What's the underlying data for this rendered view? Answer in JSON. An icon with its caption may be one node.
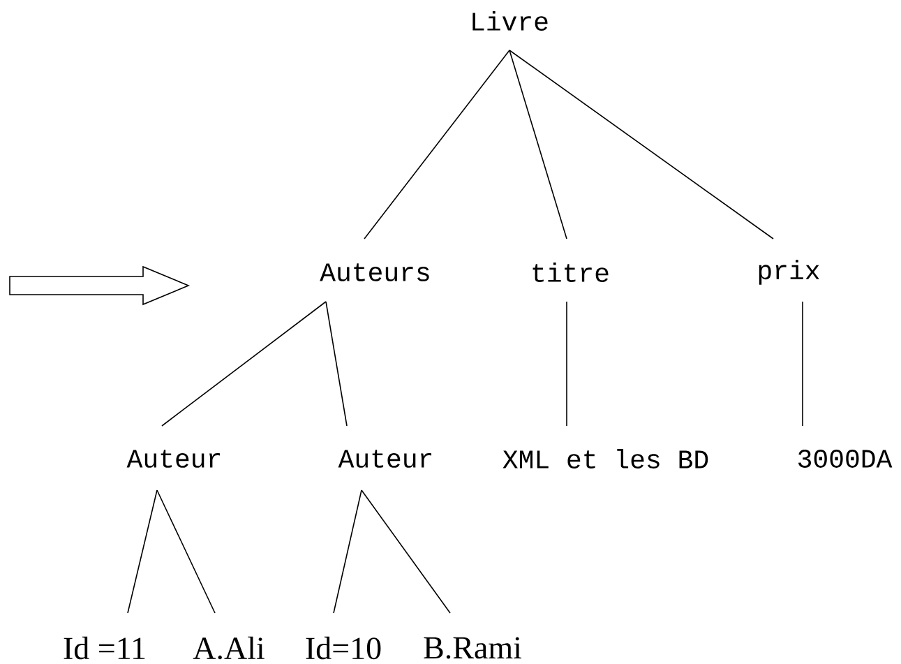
{
  "diagram": {
    "nodes": [
      {
        "text": [
          "Livre"
        ]
      },
      {
        "text": [
          "Auteurs"
        ]
      },
      {
        "text": [
          "titre"
        ]
      },
      {
        "text": [
          "prix"
        ]
      },
      {
        "text": [
          "Auteur"
        ]
      },
      {
        "text": [
          "Auteur"
        ]
      },
      {
        "text": [
          "XML et les BD"
        ]
      },
      {
        "text": [
          "3000DA"
        ]
      },
      {
        "text": [
          "Id =11"
        ]
      },
      {
        "text": [
          "A.Ali"
        ]
      },
      {
        "text": [
          "Id=10"
        ]
      },
      {
        "text": [
          "B.Rami"
        ]
      }
    ],
    "edges": [
      {
        "from": 0,
        "to": 1,
        "arrow": "none"
      },
      {
        "from": 0,
        "to": 2,
        "arrow": "none"
      },
      {
        "from": 0,
        "to": 3,
        "arrow": "none"
      },
      {
        "from": 1,
        "to": 4,
        "arrow": "none"
      },
      {
        "from": 1,
        "to": 5,
        "arrow": "none"
      },
      {
        "from": 2,
        "to": 6,
        "arrow": "none"
      },
      {
        "from": 3,
        "to": 7,
        "arrow": "none"
      },
      {
        "from": 4,
        "to": 8,
        "arrow": "none"
      },
      {
        "from": 4,
        "to": 9,
        "arrow": "none"
      },
      {
        "from": 5,
        "to": 10,
        "arrow": "none"
      },
      {
        "from": 5,
        "to": 11,
        "arrow": "none"
      }
    ]
  }
}
